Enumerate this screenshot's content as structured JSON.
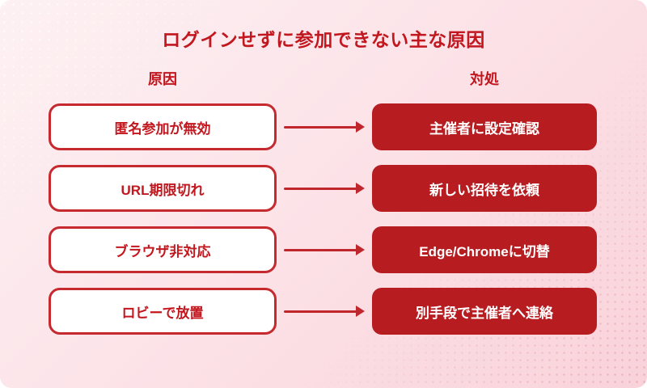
{
  "title": "ログインせずに参加できない主な原因",
  "columns": {
    "cause_header": "原因",
    "action_header": "対処"
  },
  "rows": [
    {
      "cause": "匿名参加が無効",
      "action": "主催者に設定確認"
    },
    {
      "cause": "URL期限切れ",
      "action": "新しい招待を依頼"
    },
    {
      "cause": "ブラウザ非対応",
      "action": "Edge/Chromeに切替"
    },
    {
      "cause": "ロビーで放置",
      "action": "別手段で主催者へ連絡"
    }
  ],
  "colors": {
    "accent_red": "#c2171e",
    "solution_box_red": "#b71c20",
    "cause_border_red": "#c6292e",
    "arrow_red": "#c0272d",
    "background_top": "#fdf1f3",
    "background_bottom": "#f9d2da"
  }
}
